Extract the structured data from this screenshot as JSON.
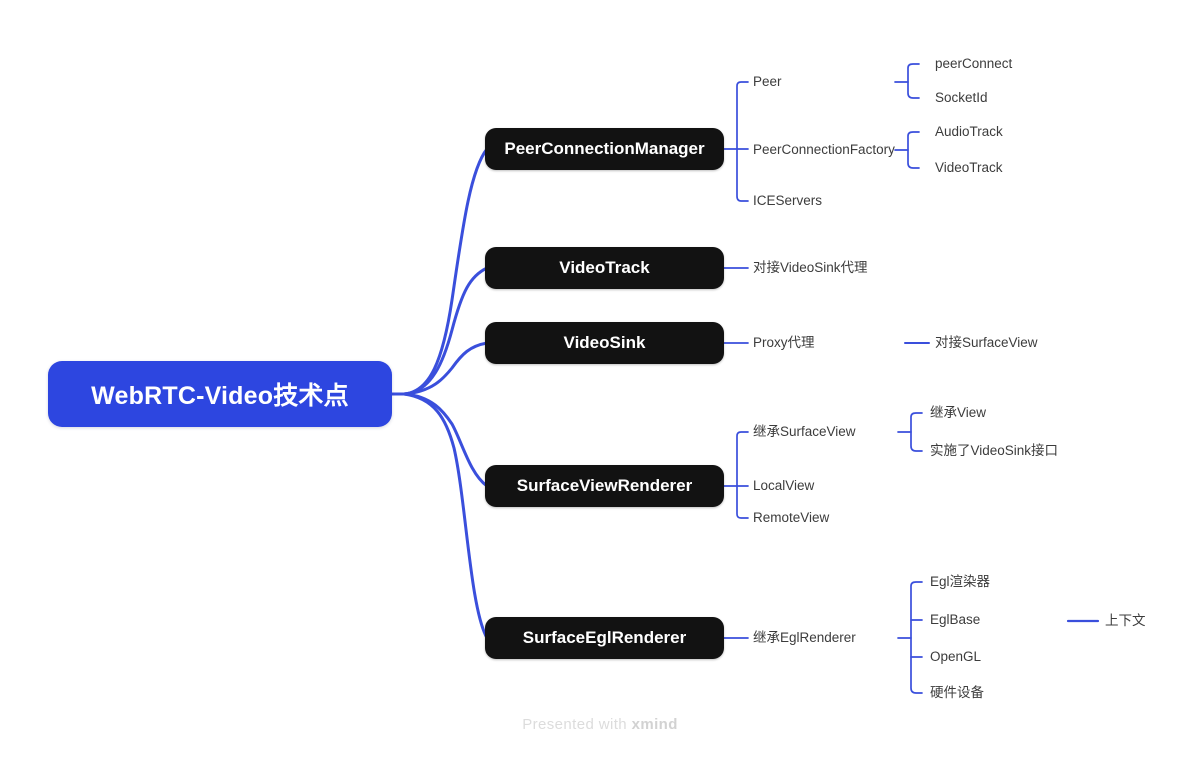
{
  "document": {
    "title": "WebRTC-Video技术点",
    "background_color": "#ffffff"
  },
  "theme": {
    "root_fill": "#2d46e0",
    "root_text": "#ffffff",
    "main_fill": "#121212",
    "main_text": "#ffffff",
    "branch_line": "#3a4fdc",
    "sub_text": "#3c3c3c",
    "watermark_text": "#dcdcdc"
  },
  "root": {
    "label": "WebRTC-Video技术点"
  },
  "branches": [
    {
      "label": "PeerConnectionManager",
      "children": [
        {
          "label": "Peer",
          "children": [
            {
              "label": "peerConnect"
            },
            {
              "label": "SocketId"
            }
          ]
        },
        {
          "label": "PeerConnectionFactory",
          "children": [
            {
              "label": "AudioTrack"
            },
            {
              "label": "VideoTrack"
            }
          ]
        },
        {
          "label": "ICEServers"
        }
      ]
    },
    {
      "label": "VideoTrack",
      "children": [
        {
          "label": "对接VideoSink代理"
        }
      ]
    },
    {
      "label": "VideoSink",
      "children": [
        {
          "label": "Proxy代理",
          "children": [
            {
              "label": "对接SurfaceView"
            }
          ]
        }
      ]
    },
    {
      "label": "SurfaceViewRenderer",
      "children": [
        {
          "label": "继承SurfaceView",
          "children": [
            {
              "label": "继承View"
            },
            {
              "label": "实施了VideoSink接口"
            }
          ]
        },
        {
          "label": "LocalView"
        },
        {
          "label": "RemoteView"
        }
      ]
    },
    {
      "label": "SurfaceEglRenderer",
      "children": [
        {
          "label": "继承EglRenderer",
          "children": [
            {
              "label": "Egl渲染器"
            },
            {
              "label": "EglBase",
              "children": [
                {
                  "label": "上下文"
                }
              ]
            },
            {
              "label": "OpenGL"
            },
            {
              "label": "硬件设备"
            }
          ]
        }
      ]
    }
  ],
  "footer": {
    "prefix": "Presented with ",
    "brand": "xmind"
  }
}
